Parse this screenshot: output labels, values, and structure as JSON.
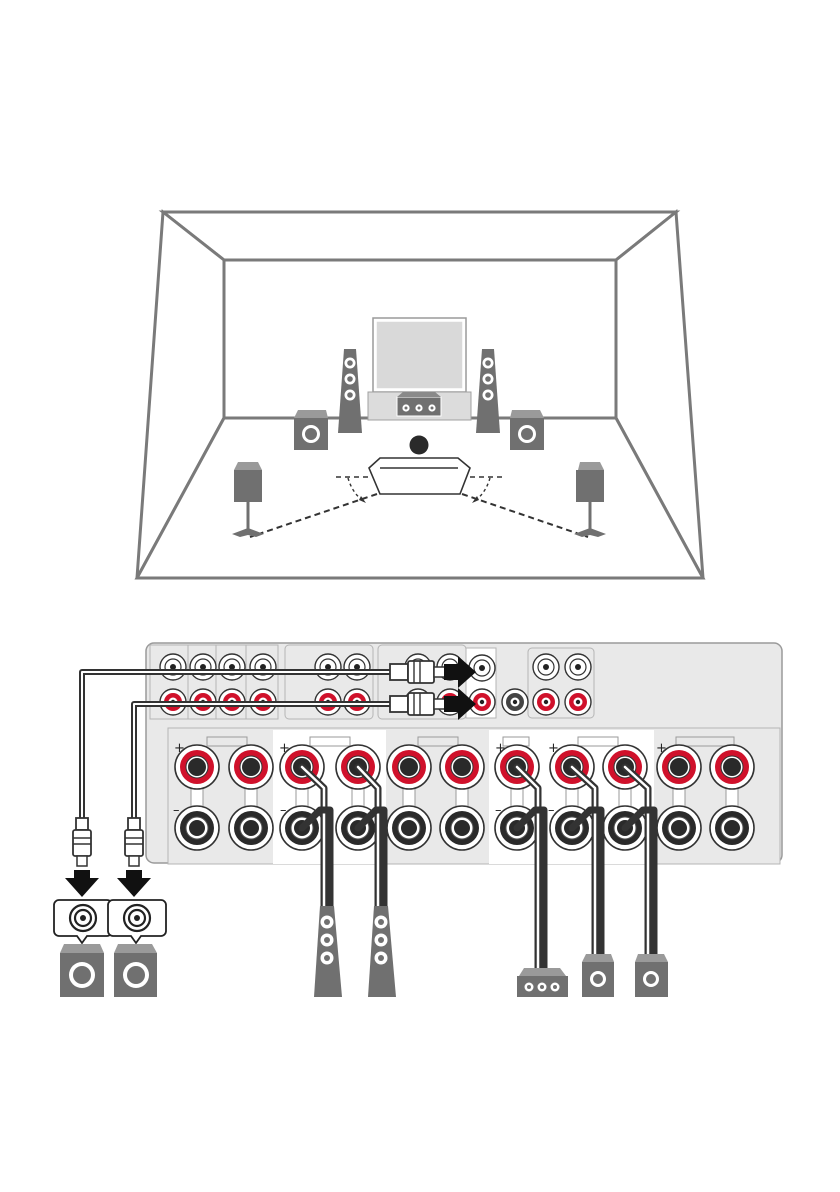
{
  "diagram": {
    "type": "speaker-connection",
    "room": {
      "speakers": [
        "front-left",
        "front-right",
        "center",
        "subwoofer-left",
        "subwoofer-right",
        "surround-left",
        "surround-right"
      ],
      "listener": "listener-on-sofa"
    },
    "receiver_panel": {
      "terminal_signs": {
        "plus": "+",
        "minus": "–"
      },
      "connected_groups": [
        "front",
        "center",
        "surround"
      ]
    },
    "subwoofer_outputs": 2,
    "colors": {
      "line": "#4a4a4a",
      "speaker_gray": "#707070",
      "panel_gray": "#e9e9e9",
      "terminal_red": "#d0112b",
      "cable": "#333333"
    }
  }
}
